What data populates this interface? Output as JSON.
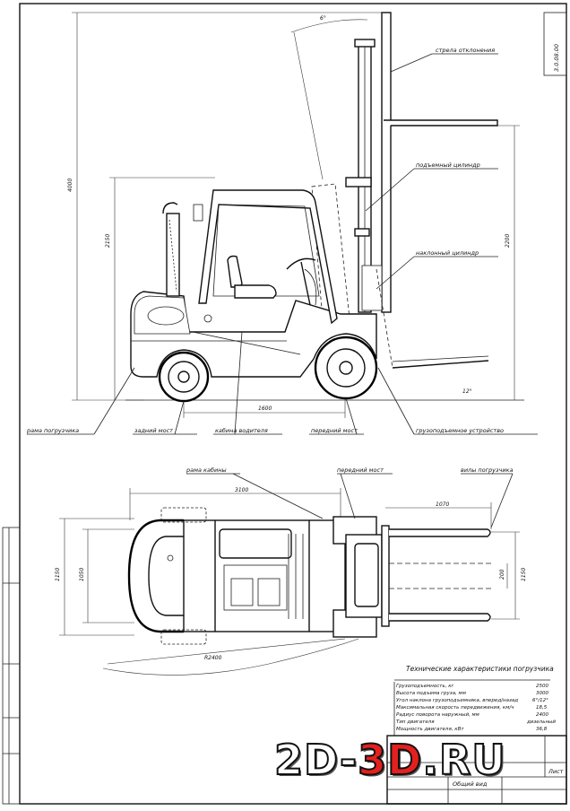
{
  "sheet": {
    "top_right_code": "3.0.08.00",
    "sheet_no": "Лист",
    "title_block_name": "Общий вид"
  },
  "side_view": {
    "labels": [
      "стрела отклонения",
      "подъемный цилиндр",
      "наклонный цилиндр",
      "рама погрузчика",
      "задний мост",
      "кабина водителя",
      "передний мост",
      "грузоподъемное устройство"
    ],
    "dimensions": {
      "overall_height": "4000",
      "lift_height": "2200",
      "cab_height": "2150",
      "wheelbase": "1600",
      "mast_tilt": "6°",
      "ground_angle": "12°"
    }
  },
  "top_view": {
    "labels": [
      "рама кабины",
      "передний мост",
      "вилы погрузчика"
    ],
    "dimensions": {
      "overall_length": "3100",
      "fork_length": "1070",
      "overall_width": "1150",
      "body_width": "1050",
      "fork_spread": "200",
      "turn_radius": "R2400"
    }
  },
  "specs": {
    "title": "Технические характеристики погрузчика",
    "rows": [
      {
        "name": "Грузоподъемность, кг",
        "value": "2500"
      },
      {
        "name": "Высота подъема груза, мм",
        "value": "3000"
      },
      {
        "name": "Угол наклона грузоподъемника, вперед/назад",
        "value": "6°/12°"
      },
      {
        "name": "Максимальная скорость передвижения, км/ч",
        "value": "18,5"
      },
      {
        "name": "Радиус поворота наружный, мм",
        "value": "2400"
      },
      {
        "name": "Тип двигателя",
        "value": "дизельный"
      },
      {
        "name": "Мощность двигателя, кВт",
        "value": "36,8"
      }
    ]
  },
  "watermark": {
    "part1": "2D-",
    "part2": "3D",
    "part3": ".RU"
  },
  "colors": {
    "line": "#111111",
    "paper": "#ffffff",
    "watermark_red": "#e4201e"
  }
}
